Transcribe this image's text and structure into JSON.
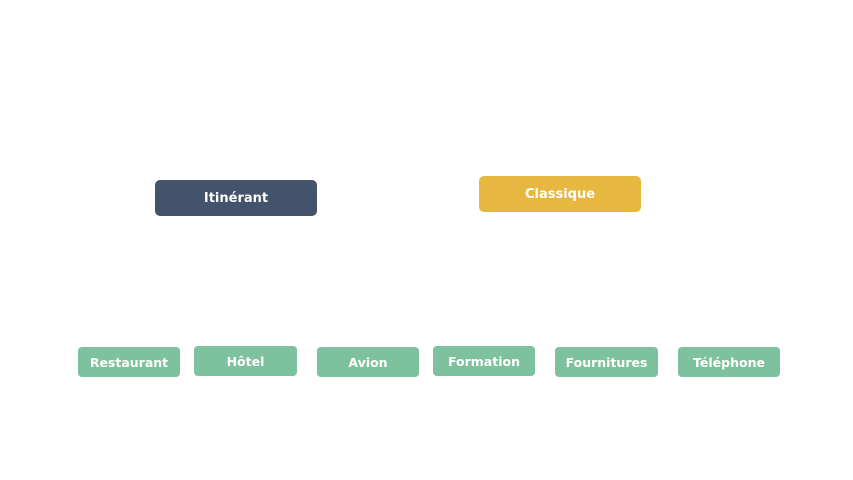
{
  "colors": {
    "itinerant": "#43536B",
    "classique": "#E6B840",
    "leaf": "#7DC19E"
  },
  "categories": {
    "itinerant": "Itinérant",
    "classique": "Classique"
  },
  "items": [
    "Restaurant",
    "Hôtel",
    "Avion",
    "Formation",
    "Fournitures",
    "Téléphone"
  ]
}
